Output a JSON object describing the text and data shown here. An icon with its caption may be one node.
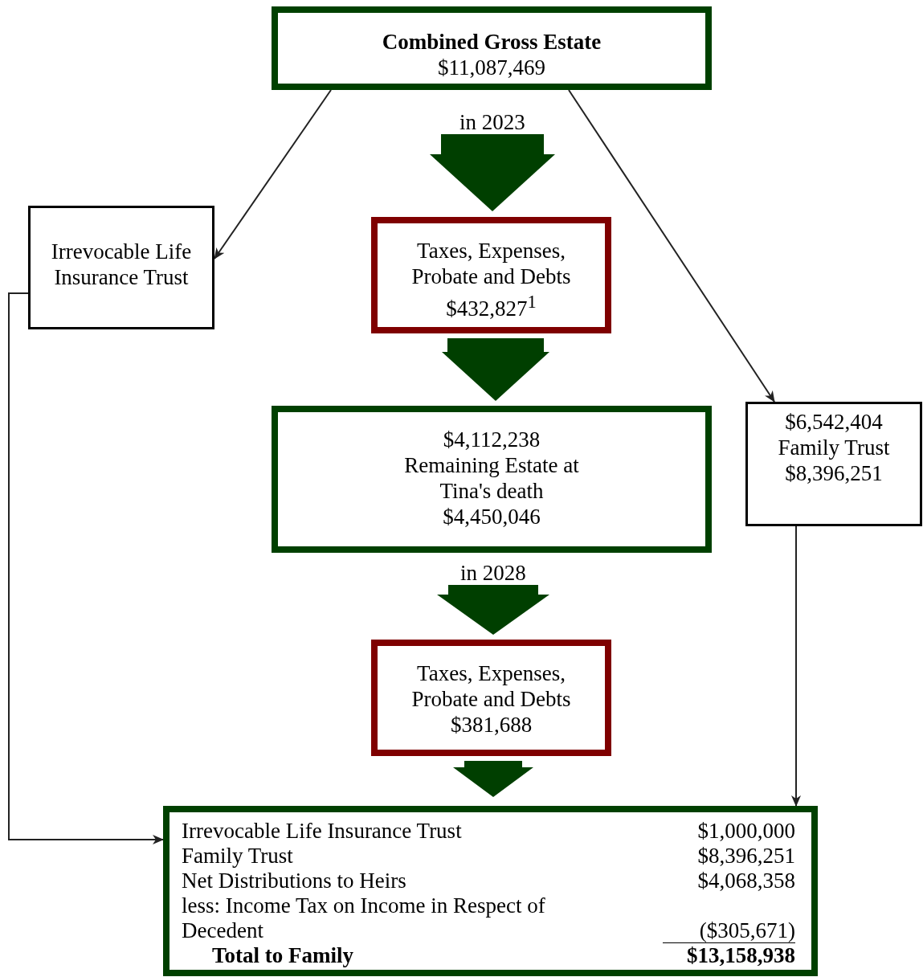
{
  "diagram": {
    "nodes": [
      {
        "text": [
          "Combined Gross Estate",
          "$11,087,469"
        ]
      },
      {
        "text": [
          "Irrevocable Life Insurance Trust"
        ]
      },
      {
        "text": [
          "Taxes, Expenses, Probate and Debts",
          "$432,827$^{1}$"
        ]
      },
      {
        "text": [
          "$4,112,238",
          "Remaining Estate at Tina's death",
          "$4,450,046"
        ]
      },
      {
        "text": [
          "$6,542,404",
          "Family Trust",
          "$8,396,251"
        ]
      },
      {
        "text": [
          "Taxes, Expenses, Probate and Debts",
          "$381,688"
        ]
      },
      {
        "text": [
          "Irrevocable Life Insurance Trust",
          "$1,000,000",
          "Family Trust",
          "$8,396,251",
          "Net Distributions to Heirs",
          "$4,068,358",
          "less: Income Tax on Income in Respect of Decedent",
          "($305,671)",
          "Total to Family",
          "$13,158,938"
        ]
      }
    ],
    "edges": [
      {
        "from": 0,
        "to": 1,
        "arrow": "to"
      },
      {
        "from": 0,
        "to": 4,
        "arrow": "to"
      },
      {
        "from": 0,
        "to": 2,
        "arrow": "to",
        "label": "in 2023",
        "style": "thick",
        "color": "#003f00"
      },
      {
        "from": 2,
        "to": 3,
        "arrow": "to",
        "style": "thick",
        "color": "#003f00"
      },
      {
        "from": 3,
        "to": 5,
        "arrow": "to",
        "label": "in 2028",
        "style": "thick",
        "color": "#003f00"
      },
      {
        "from": 5,
        "to": 6,
        "arrow": "to",
        "style": "thick",
        "color": "#003f00"
      },
      {
        "from": 1,
        "to": 6,
        "arrow": "to"
      },
      {
        "from": 4,
        "to": 6,
        "arrow": "to"
      }
    ]
  }
}
